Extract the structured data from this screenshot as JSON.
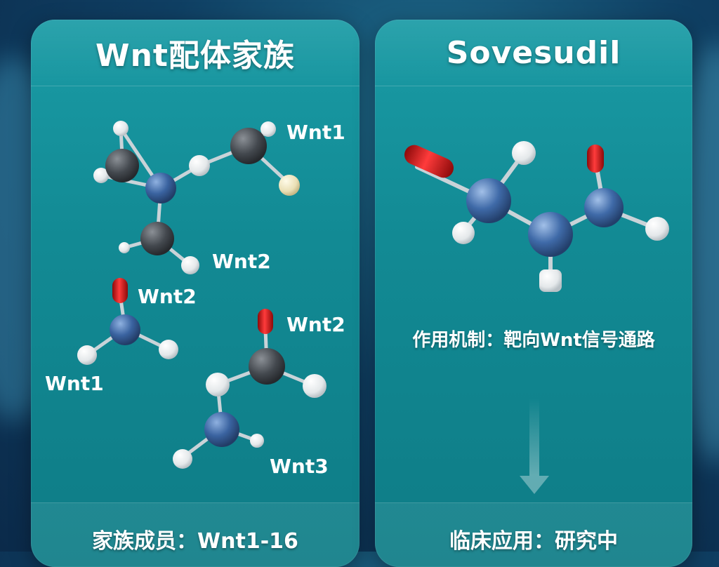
{
  "left_card": {
    "title": "Wnt配体家族",
    "footer": "家族成员：Wnt1-16",
    "labels": {
      "a": "Wnt1",
      "b": "Wnt2",
      "c": "Wnt2",
      "d": "Wnt1",
      "e": "Wnt2",
      "f": "Wnt3"
    }
  },
  "right_card": {
    "title": "Sovesudil",
    "mechanism": "作用机制：靶向Wnt信号通路",
    "footer": "临床应用：研究中"
  },
  "colors": {
    "carbon": "#4a4f55",
    "nitrogen": "#3d6aa8",
    "oxygen": "#d21818",
    "hydrogen": "#f2f4f5",
    "card": "#15929c"
  }
}
